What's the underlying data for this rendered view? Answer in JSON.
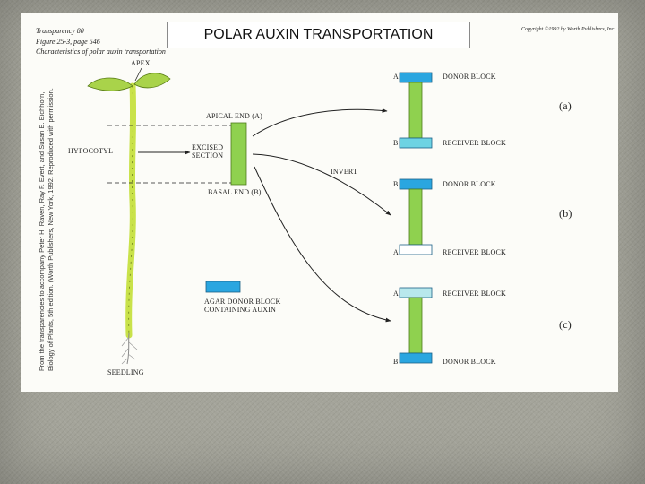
{
  "title": "POLAR AUXIN TRANSPORTATION",
  "header": {
    "line1": "Transparency 80",
    "line2": "Figure 25-3, page 546",
    "line3": "Characteristics of polar auxin transportation",
    "copyright": "Copyright ©1992 by Worth Publishers, Inc."
  },
  "credit": {
    "line1": "From the transparencies to accompany Peter H. Raven, Ray F. Evert, and Susan E. Eichhorn,",
    "line2": "Biology of Plants, 5th edition. (Worth Publishers, New York, 1992. Reproduced with permission."
  },
  "seedling": {
    "apex": "APEX",
    "hypocotyl": "HYPOCOTYL",
    "seedling": "SEEDLING"
  },
  "section": {
    "apical_end": "APICAL END (A)",
    "excised_line1": "EXCISED",
    "excised_line2": "SECTION",
    "basal_end": "BASAL END (B)",
    "invert": "INVERT"
  },
  "legend": {
    "line1": "AGAR DONOR BLOCK",
    "line2": "CONTAINING AUXIN"
  },
  "experiments": [
    {
      "id": "(a)",
      "top_end": "A",
      "top_label": "DONOR BLOCK",
      "bottom_end": "B",
      "bottom_label": "RECEIVER BLOCK"
    },
    {
      "id": "(b)",
      "top_end": "B",
      "top_label": "DONOR BLOCK",
      "bottom_end": "A",
      "bottom_label": "RECEIVER BLOCK"
    },
    {
      "id": "(c)",
      "top_end": "A",
      "top_label": "RECEIVER BLOCK",
      "bottom_end": "B",
      "bottom_label": "DONOR BLOCK"
    }
  ],
  "colors": {
    "donor_block": "#2aa6e0",
    "receiver_block": "#6dd3e3",
    "stem_section": "#8fd14f",
    "seedling_stem": "#c9e24a",
    "background": "#a4a49a"
  }
}
